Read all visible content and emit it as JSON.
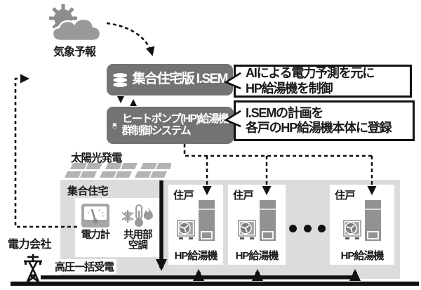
{
  "weather": {
    "label": "気象予報"
  },
  "isem": {
    "title": "集合住宅版 I.SEM"
  },
  "hp_system": {
    "line1": "ヒートポンプ(HP)給湯機",
    "line2": "群制御システム"
  },
  "callouts": {
    "c1_line1": "AIによる電力予測を元に",
    "c1_line2": "HP給湯機を制御",
    "c2_line1": "I.SEMの計画を",
    "c2_line2": "各戸のHP給湯機本体に登録"
  },
  "solar": {
    "label": "太陽光発電"
  },
  "building": {
    "label": "集合住宅"
  },
  "meter": {
    "label": "電力計"
  },
  "hvac": {
    "line1": "共用部",
    "line2": "空調"
  },
  "units": [
    {
      "label": "住戸",
      "device": "HP給湯機"
    },
    {
      "label": "住戸",
      "device": "HP給湯機"
    },
    {
      "label": "住戸",
      "device": "HP給湯機"
    }
  ],
  "power_company": {
    "label": "電力会社"
  },
  "bulk_receiving": {
    "label": "高圧一括受電"
  },
  "colors": {
    "system_box_gray": "#737373",
    "building_gray": "#dcdcdc",
    "icon_gray": "#9a9a9a",
    "panel_gray": "#b3b3b3",
    "line_black": "#111111"
  }
}
